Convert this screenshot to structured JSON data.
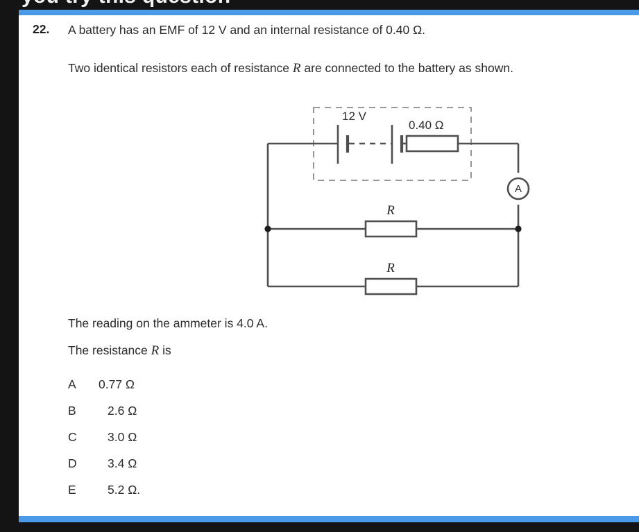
{
  "window": {
    "background_color": "#141414",
    "page_background": "#ffffff",
    "accent_color": "#4a9ae9",
    "cropped_header_title": "you try this question"
  },
  "question": {
    "number": "22.",
    "stem_line_1_part_a": "A battery has an EMF of 12 V and an internal resistance of 0.40 Ω.",
    "stem_line_2_part_a": "Two identical resistors each of resistance ",
    "stem_line_2_var": "R",
    "stem_line_2_part_b": " are connected to the battery as shown.",
    "ammeter_reading": "The reading on the ammeter is 4.0 A.",
    "prompt_part_a": "The resistance ",
    "prompt_var": "R",
    "prompt_part_b": " is"
  },
  "options": [
    {
      "letter": "A",
      "value": "0.77 Ω"
    },
    {
      "letter": "B",
      "value": "2.6 Ω"
    },
    {
      "letter": "C",
      "value": "3.0 Ω"
    },
    {
      "letter": "D",
      "value": "3.4 Ω"
    },
    {
      "letter": "E",
      "value": "5.2 Ω."
    }
  ],
  "circuit": {
    "emf_label": "12 V",
    "internal_resistance_label": "0.40 Ω",
    "resistor_top_label": "R",
    "resistor_bottom_label": "R",
    "ammeter_label": "A"
  }
}
